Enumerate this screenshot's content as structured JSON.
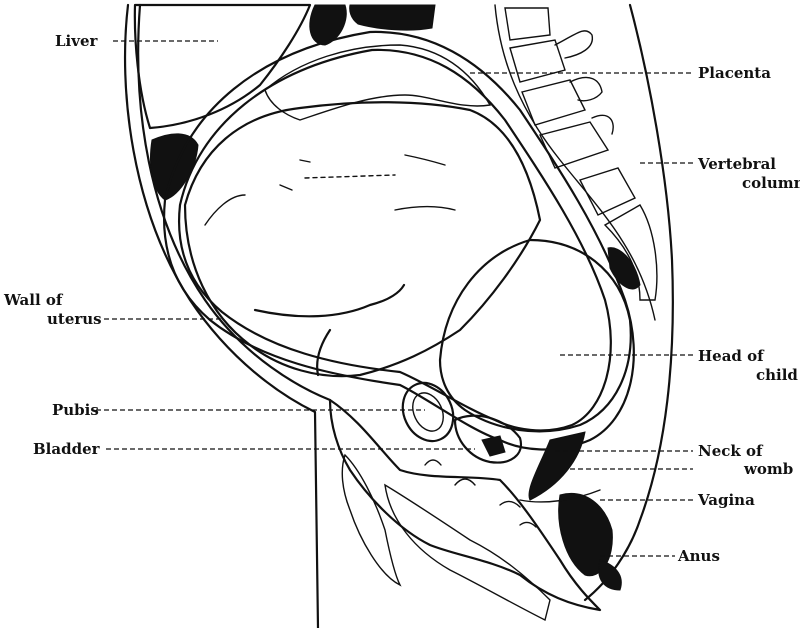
{
  "labels": {
    "liver": "Liver",
    "placenta": "Placenta",
    "vertebral_line1": "Vertebral",
    "vertebral_line2": "column",
    "wall_line1": "Wall of",
    "wall_line2": "uterus",
    "head_line1": "Head of",
    "head_line2": "child",
    "pubis": "Pubis",
    "bladder": "Bladder",
    "neck_line1": "Neck of",
    "neck_line2": "womb",
    "vagina": "Vagina",
    "anus": "Anus"
  }
}
